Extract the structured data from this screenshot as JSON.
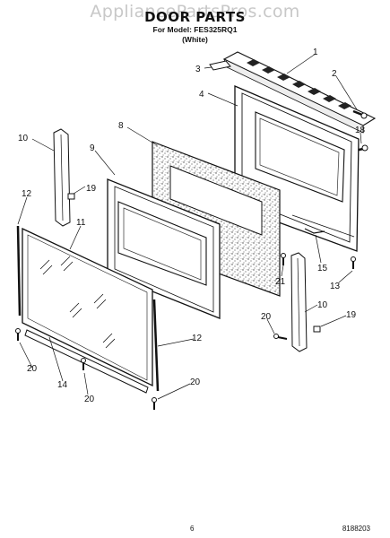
{
  "watermark": "AppliancePartsPros.com",
  "title": "DOOR PARTS",
  "model_line": "For Model: FES325RQ1",
  "color_line": "(White)",
  "callouts": [
    "1",
    "2",
    "3",
    "4",
    "8",
    "18",
    "10",
    "9",
    "19",
    "12",
    "11",
    "15",
    "21",
    "13",
    "20",
    "10",
    "19",
    "12",
    "20",
    "14",
    "20",
    "20"
  ],
  "page_number": "6",
  "document_number": "8188203"
}
